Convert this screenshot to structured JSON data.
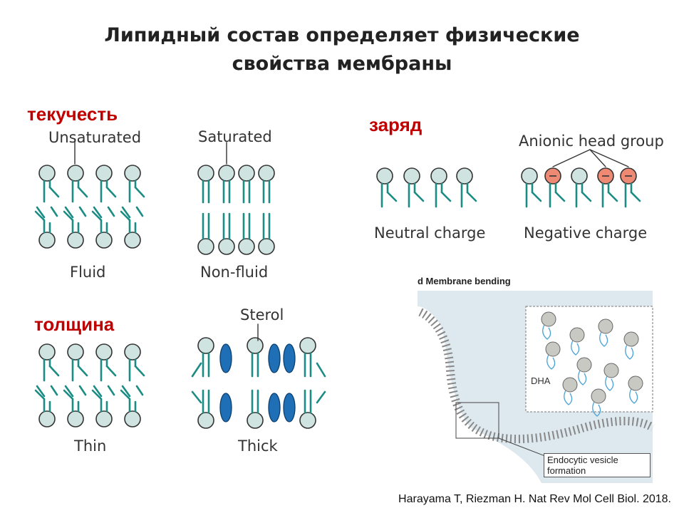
{
  "title": {
    "line1": "Липидный состав определяет физические",
    "line2": "свойства мембраны"
  },
  "sections": {
    "fluidity": "текучесть",
    "thickness": "толщина",
    "charge": "заряд"
  },
  "labels": {
    "unsaturated": "Unsaturated",
    "saturated": "Saturated",
    "fluid": "Fluid",
    "non_fluid": "Non-fluid",
    "sterol": "Sterol",
    "thin": "Thin",
    "thick": "Thick",
    "anionic_head_group": "Anionic head group",
    "neutral_charge": "Neutral charge",
    "negative_charge": "Negative charge"
  },
  "bending": {
    "title": "d Membrane bending",
    "dha": "DHA",
    "endocytic_line1": "Endocytic vesicle",
    "endocytic_line2": "formation"
  },
  "citation": "Harayama T, Riezman H. Nat Rev Mol Cell Biol. 2018.",
  "colors": {
    "section_red": "#c00000",
    "head_fill": "#cfe3e0",
    "tail_teal": "#1a8c84",
    "sterol_blue": "#1e6fb5",
    "anionic_head": "#ee8a74",
    "panel_bg": "#dde9ef"
  }
}
